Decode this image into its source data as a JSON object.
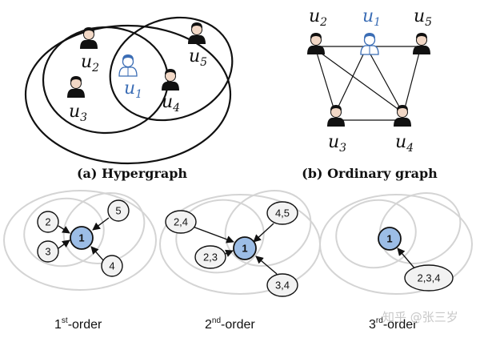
{
  "panel_a": {
    "caption": "(a) Hypergraph",
    "users": [
      {
        "id": "u2",
        "base": "u",
        "sub": "2"
      },
      {
        "id": "u1",
        "base": "u",
        "sub": "1"
      },
      {
        "id": "u5",
        "base": "u",
        "sub": "5"
      },
      {
        "id": "u3",
        "base": "u",
        "sub": "3"
      },
      {
        "id": "u4",
        "base": "u",
        "sub": "4"
      }
    ]
  },
  "panel_b": {
    "caption": "(b) Ordinary graph",
    "users": [
      {
        "id": "u2",
        "base": "u",
        "sub": "2"
      },
      {
        "id": "u1",
        "base": "u",
        "sub": "1"
      },
      {
        "id": "u5",
        "base": "u",
        "sub": "5"
      },
      {
        "id": "u3",
        "base": "u",
        "sub": "3"
      },
      {
        "id": "u4",
        "base": "u",
        "sub": "4"
      }
    ]
  },
  "orders": [
    {
      "num": "1",
      "sup": "st",
      "suffix": "-order",
      "center": "1",
      "neighbors": [
        "2",
        "3",
        "5",
        "4"
      ]
    },
    {
      "num": "2",
      "sup": "nd",
      "suffix": "-order",
      "center": "1",
      "neighbors": [
        "2,4",
        "2,3",
        "4,5",
        "3,4"
      ]
    },
    {
      "num": "3",
      "sup": "rd",
      "suffix": "-order",
      "center": "1",
      "neighbors": [
        "2,3,4"
      ]
    }
  ],
  "watermark": "知乎 @张三岁",
  "colors": {
    "center_fill": "#9cbde6",
    "node_fill": "#f2f2f2",
    "highlight_user": "#3b6db5",
    "hyperedge_gray": "#d4d4d4"
  }
}
